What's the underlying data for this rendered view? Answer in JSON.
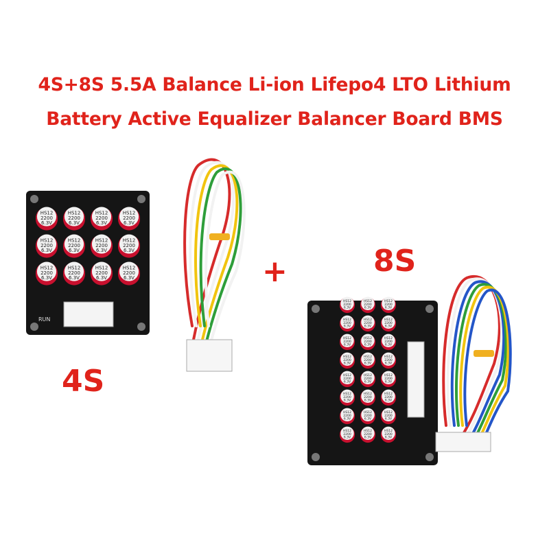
{
  "title": {
    "line1": "4S+8S 5.5A Balance Li-ion Lifepo4 LTO Lithium",
    "line2": "Battery Active Equalizer Balancer Board BMS"
  },
  "labels": {
    "four_s": "4S",
    "eight_s": "8S",
    "plus": "+"
  },
  "board4s": {
    "capacitor_text": [
      "HS12",
      "2200",
      "6.3V"
    ],
    "run_label": "RUN"
  },
  "board8s": {
    "capacitor_text": [
      "HS12",
      "2200",
      "6.3V"
    ]
  },
  "colors": {
    "title_red": "#e0231b",
    "pcb_black": "#151515",
    "cap_red": "#c8102e",
    "wire_red": "#d62b2b",
    "wire_white": "#f2f2f2",
    "wire_yellow": "#f1c40f",
    "wire_green": "#2e9e3a",
    "wire_blue": "#2456c8"
  }
}
